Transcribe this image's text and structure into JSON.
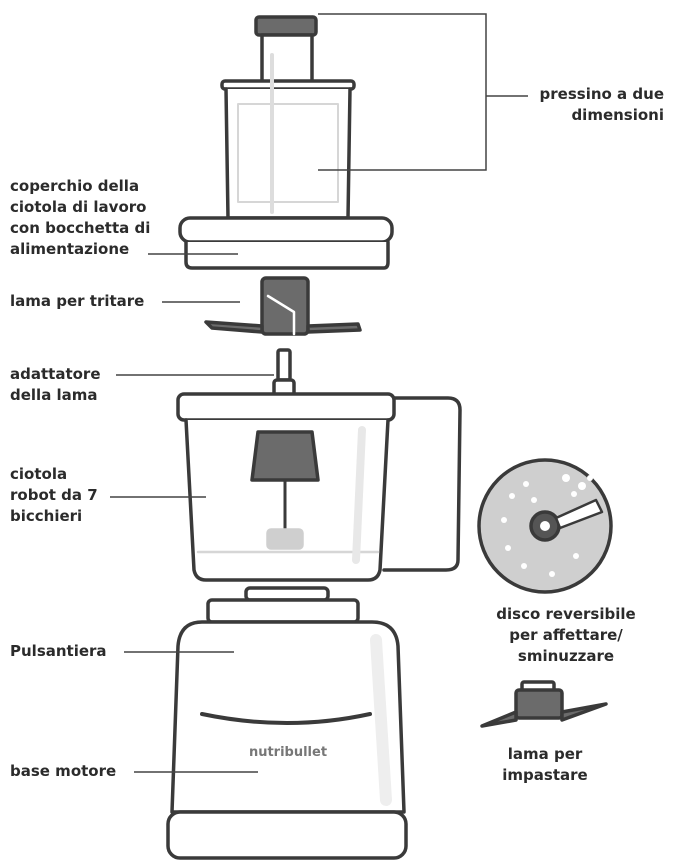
{
  "brand": "nutribullet",
  "labels": {
    "pusher": [
      "pressino a due",
      "dimensioni"
    ],
    "lid": [
      "coperchio della",
      "ciotola di lavoro",
      "con bocchetta di",
      "alimentazione"
    ],
    "chopping_blade": [
      "lama per tritare"
    ],
    "blade_adapter": [
      "adattatore",
      "della lama"
    ],
    "bowl": [
      "ciotola",
      "robot da 7",
      "bicchieri"
    ],
    "control_panel": [
      "Pulsantiera"
    ],
    "motor_base": [
      "base motore"
    ],
    "disc": [
      "disco reversibile",
      "per affettare/",
      "sminuzzare"
    ],
    "dough_blade": [
      "lama per",
      "impastare"
    ]
  },
  "colors": {
    "outline": "#3a3a3a",
    "dark_part": "#6b6b6b",
    "text": "#2b2b2b",
    "shade": "#eeeeee"
  }
}
